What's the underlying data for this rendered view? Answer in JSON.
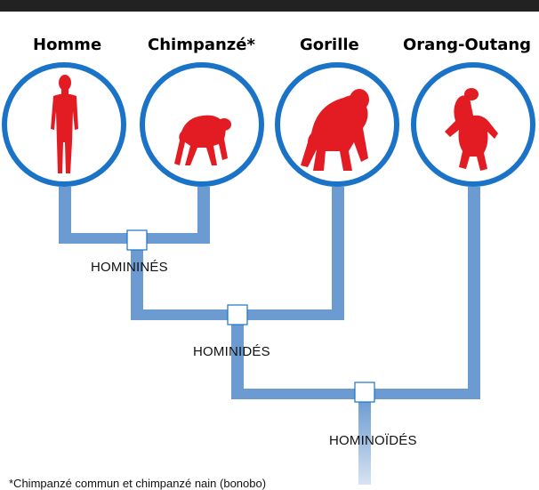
{
  "colors": {
    "branch": "#6b9bd1",
    "branch_fade": "#b8cde8",
    "circle": "#1a73c7",
    "figure": "#e31b23",
    "topbar": "#222222"
  },
  "species": [
    {
      "label": "Homme",
      "icon": "human-silhouette-icon"
    },
    {
      "label": "Chimpanzé*",
      "icon": "chimpanzee-silhouette-icon"
    },
    {
      "label": "Gorille",
      "icon": "gorilla-silhouette-icon"
    },
    {
      "label": "Orang-Outang",
      "icon": "orangutan-silhouette-icon"
    }
  ],
  "clades": {
    "homininés": "HOMININÉS",
    "hominidés": "HOMINIDÉS",
    "hominoïdés": "HOMINOÏDÉS"
  },
  "footnote": "*Chimpanzé commun et chimpanzé nain (bonobo)"
}
